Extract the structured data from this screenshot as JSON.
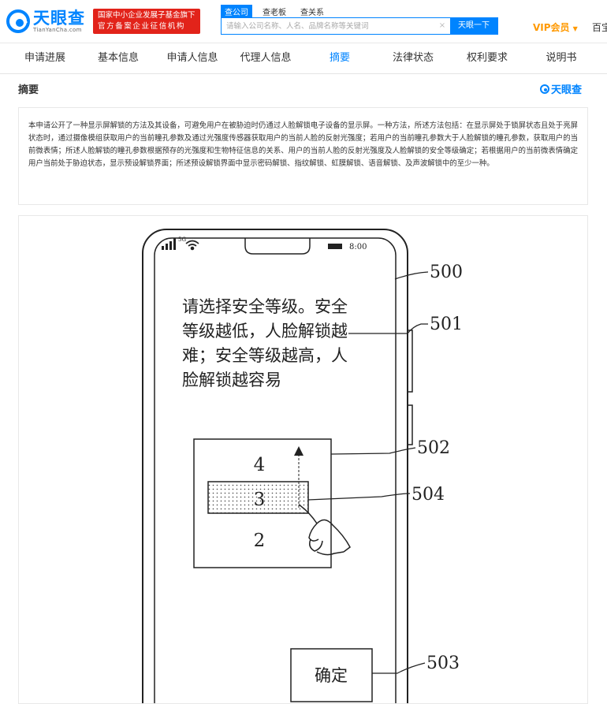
{
  "header": {
    "logo_cn": "天眼查",
    "logo_en": "TianYanCha.com",
    "badge_line1": "国家中小企业发展子基金旗下",
    "badge_line2": "官方备案企业征信机构",
    "search_tabs": [
      "查公司",
      "查老板",
      "查关系"
    ],
    "search_placeholder": "请输入公司名称、人名、品牌名称等关键词",
    "search_clear": "×",
    "search_button": "天眼一下",
    "vip_label": "VIP会员",
    "vip_caret": "▼",
    "extra_link": "百宝"
  },
  "nav": {
    "items": [
      "申请进展",
      "基本信息",
      "申请人信息",
      "代理人信息",
      "摘要",
      "法律状态",
      "权利要求",
      "说明书"
    ],
    "active": "摘要"
  },
  "section": {
    "title": "摘要",
    "brand": "天眼查"
  },
  "abstract_text": "本申请公开了一种显示屏解锁的方法及其设备，可避免用户在被胁迫时仍通过人脸解锁电子设备的显示屏。一种方法，所述方法包括：在显示屏处于锁屏状态且处于亮屏状态时，通过摄像模组获取用户的当前瞳孔参数及通过光强度传感器获取用户的当前人脸的反射光强度；若用户的当前瞳孔参数大于人脸解锁的瞳孔参数，获取用户的当前微表情；所述人脸解锁的瞳孔参数根据预存的光强度和生物特征信息的关系、用户的当前人脸的反射光强度及人脸解锁的安全等级确定；若根据用户的当前微表情确定用户当前处于胁迫状态，显示预设解锁界面；所述预设解锁界面中显示密码解锁、指纹解锁、虹膜解锁、语音解锁、及声波解锁中的至少一种。",
  "figure": {
    "status_5g": "5G",
    "status_time": "8:00",
    "prompt_lines": [
      "请选择安全等级。安全",
      "等级越低，人脸解锁越",
      "难；安全等级越高，人",
      "脸解锁越容易"
    ],
    "picker_values": [
      "4",
      "3",
      "2"
    ],
    "confirm_label": "确定",
    "labels": [
      "500",
      "501",
      "502",
      "504",
      "503"
    ]
  },
  "colors": {
    "brand_blue": "#0084ff",
    "badge_red": "#e2231a",
    "vip_orange": "#ff9900"
  }
}
